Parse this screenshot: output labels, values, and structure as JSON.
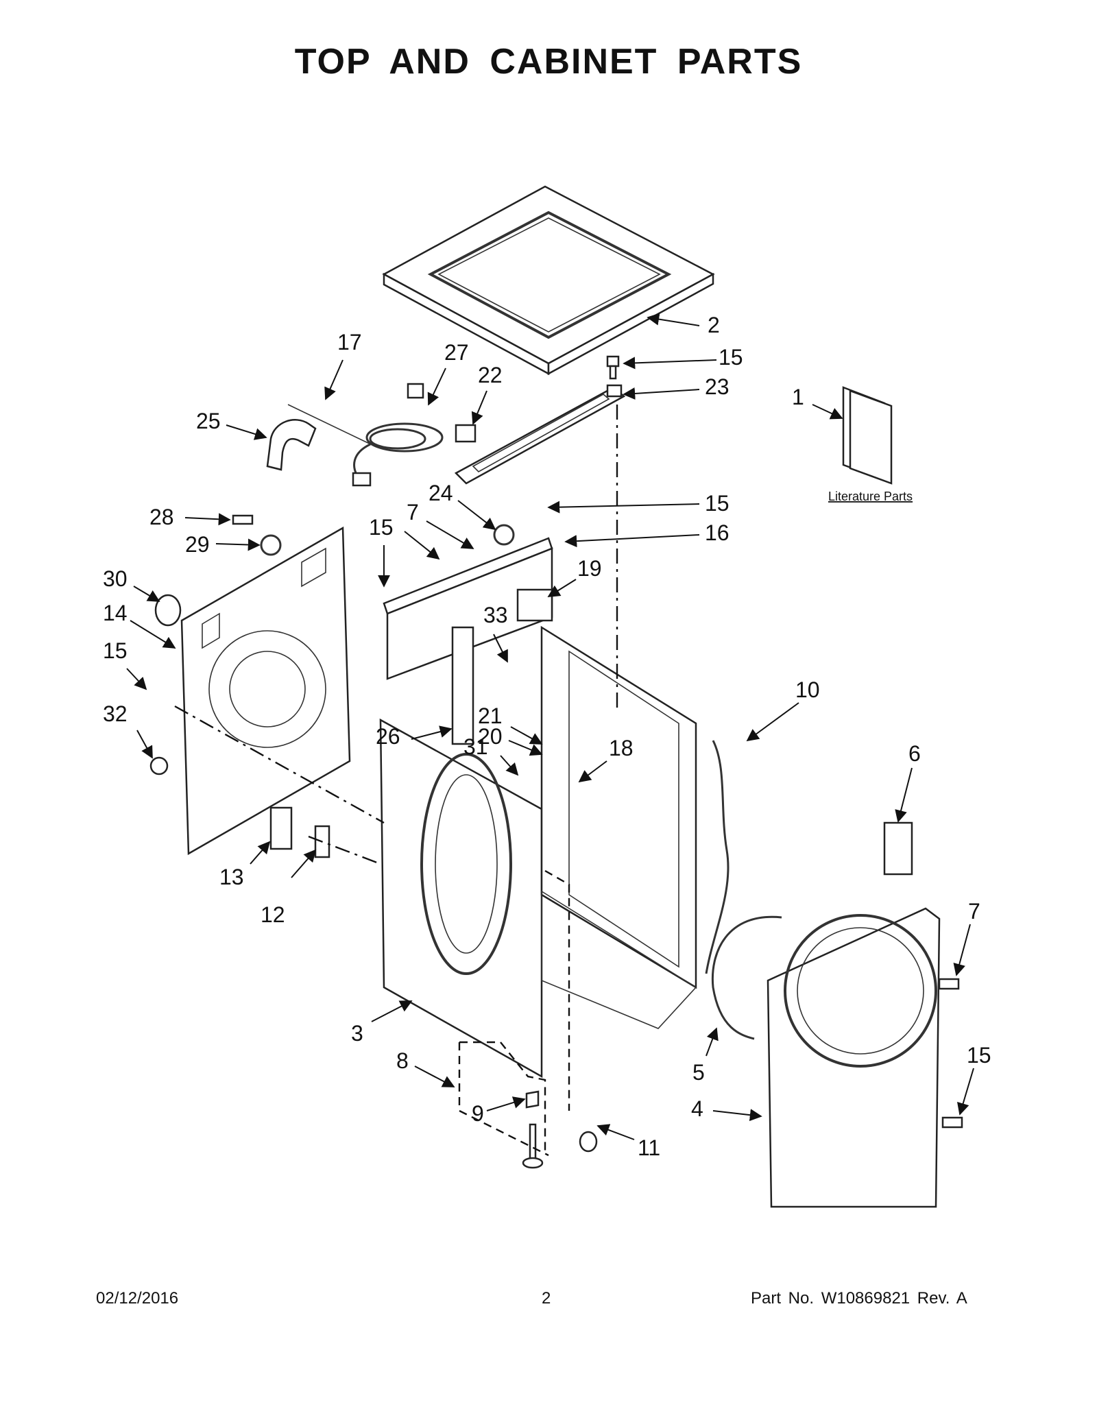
{
  "page": {
    "title": "TOP AND CABINET PARTS",
    "footer_date": "02/12/2016",
    "footer_page": "2",
    "footer_part": "Part No.  W10869821  Rev.  A"
  },
  "literature_label": "Literature Parts",
  "callouts": [
    {
      "id": "c-2",
      "label": "2"
    },
    {
      "id": "c-15a",
      "label": "15"
    },
    {
      "id": "c-23",
      "label": "23"
    },
    {
      "id": "c-1",
      "label": "1"
    },
    {
      "id": "c-17",
      "label": "17"
    },
    {
      "id": "c-27",
      "label": "27"
    },
    {
      "id": "c-22",
      "label": "22"
    },
    {
      "id": "c-25",
      "label": "25"
    },
    {
      "id": "c-24",
      "label": "24"
    },
    {
      "id": "c-15b",
      "label": "15"
    },
    {
      "id": "c-16",
      "label": "16"
    },
    {
      "id": "c-7a",
      "label": "7"
    },
    {
      "id": "c-15c",
      "label": "15"
    },
    {
      "id": "c-28",
      "label": "28"
    },
    {
      "id": "c-29",
      "label": "29"
    },
    {
      "id": "c-19",
      "label": "19"
    },
    {
      "id": "c-33",
      "label": "33"
    },
    {
      "id": "c-30",
      "label": "30"
    },
    {
      "id": "c-14",
      "label": "14"
    },
    {
      "id": "c-15d",
      "label": "15"
    },
    {
      "id": "c-26",
      "label": "26"
    },
    {
      "id": "c-20",
      "label": "20"
    },
    {
      "id": "c-10",
      "label": "10"
    },
    {
      "id": "c-21",
      "label": "21"
    },
    {
      "id": "c-32",
      "label": "32"
    },
    {
      "id": "c-31",
      "label": "31"
    },
    {
      "id": "c-18",
      "label": "18"
    },
    {
      "id": "c-6",
      "label": "6"
    },
    {
      "id": "c-13",
      "label": "13"
    },
    {
      "id": "c-12",
      "label": "12"
    },
    {
      "id": "c-7b",
      "label": "7"
    },
    {
      "id": "c-3",
      "label": "3"
    },
    {
      "id": "c-15e",
      "label": "15"
    },
    {
      "id": "c-5",
      "label": "5"
    },
    {
      "id": "c-8",
      "label": "8"
    },
    {
      "id": "c-9",
      "label": "9"
    },
    {
      "id": "c-4",
      "label": "4"
    },
    {
      "id": "c-11",
      "label": "11"
    }
  ]
}
